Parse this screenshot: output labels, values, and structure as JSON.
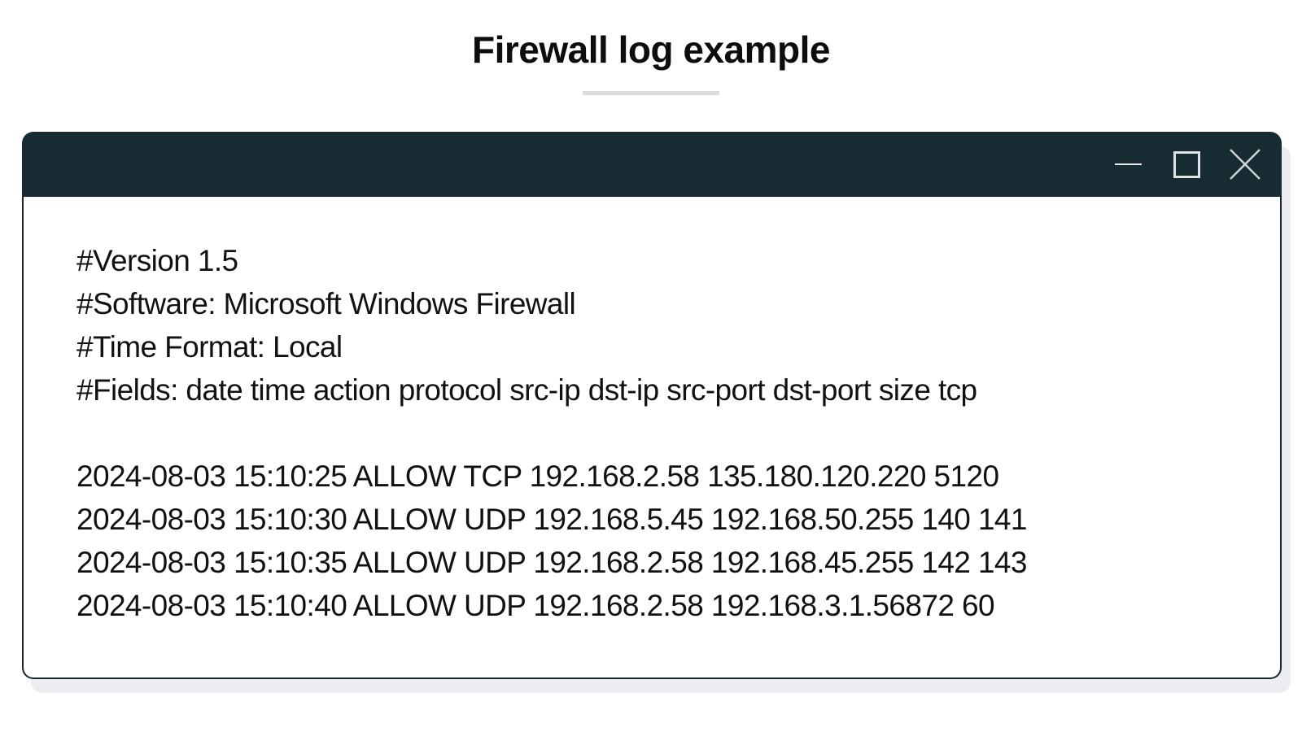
{
  "page": {
    "title": "Firewall log example"
  },
  "window": {
    "controls": {
      "minimize": "minimize-window",
      "maximize": "maximize-window",
      "close": "close-window"
    },
    "log": {
      "header_lines": [
        "#Version 1.5",
        "#Software: Microsoft Windows Firewall",
        "#Time Format: Local",
        "#Fields: date time action protocol src-ip dst-ip src-port dst-port size tcp"
      ],
      "entries": [
        "2024-08-03 15:10:25 ALLOW TCP 192.168.2.58 135.180.120.220 5120",
        "2024-08-03 15:10:30 ALLOW UDP 192.168.5.45 192.168.50.255 140 141",
        "2024-08-03 15:10:35 ALLOW UDP 192.168.2.58 192.168.45.255 142 143",
        "2024-08-03 15:10:40 ALLOW UDP 192.168.2.58 192.168.3.1.56872 60"
      ]
    }
  },
  "colors": {
    "titlebar": "#172b33",
    "window_border": "#16262e",
    "shadow": "#ecedf1",
    "divider": "#dcdcdc",
    "text": "#111111"
  }
}
